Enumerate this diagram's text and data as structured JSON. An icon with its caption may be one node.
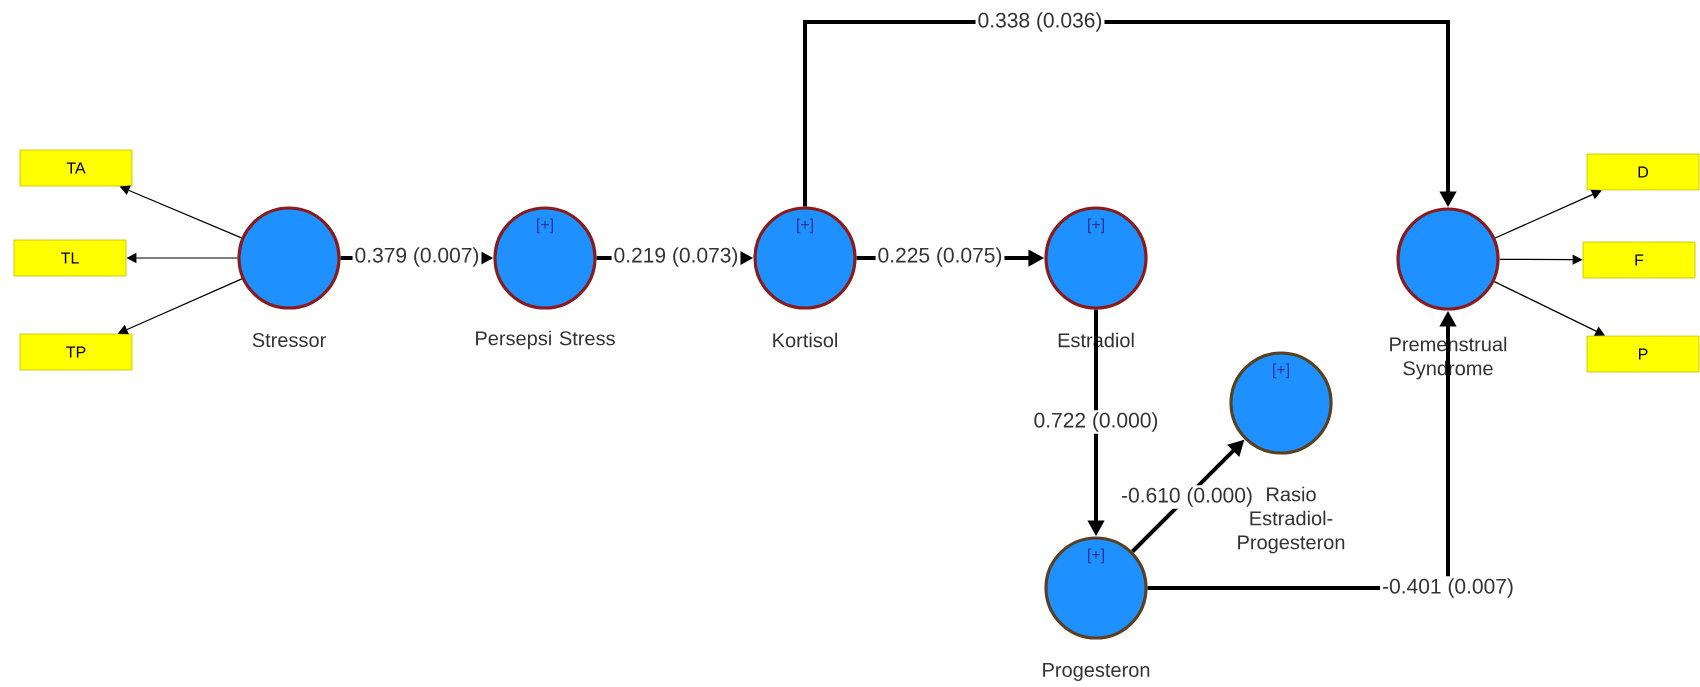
{
  "diagram": {
    "nodes": [
      {
        "text": [
          "TA"
        ]
      },
      {
        "text": [
          "TL"
        ]
      },
      {
        "text": [
          "TP"
        ]
      },
      {
        "text": [],
        "shape": "circle",
        "beside": [
          "Stressor"
        ]
      },
      {
        "text": [
          "[+]"
        ],
        "beside": [
          "Persepsi Stress"
        ]
      },
      {
        "text": [
          "[+]"
        ],
        "beside": [
          "Kortisol"
        ]
      },
      {
        "text": [
          "[+]"
        ],
        "beside": [
          "Estradiol"
        ]
      },
      {
        "text": [],
        "shape": "circle",
        "beside": [
          "Premenstrual Syndrome"
        ]
      },
      {
        "text": [
          "D"
        ]
      },
      {
        "text": [
          "F"
        ]
      },
      {
        "text": [
          "P"
        ]
      },
      {
        "text": [
          "[+]"
        ],
        "beside": [
          "Rasio Estradiol-Progesteron"
        ]
      },
      {
        "text": [
          "[+]"
        ],
        "beside": [
          "Progesteron"
        ]
      }
    ],
    "edges": [
      {
        "from": 3,
        "to": 0,
        "arrow": "to"
      },
      {
        "from": 3,
        "to": 1,
        "arrow": "to"
      },
      {
        "from": 3,
        "to": 2,
        "arrow": "to"
      },
      {
        "from": 3,
        "to": 4,
        "arrow": "to",
        "label": "0.379 (0.007)"
      },
      {
        "from": 4,
        "to": 5,
        "arrow": "to",
        "label": "0.219 (0.073)"
      },
      {
        "from": 5,
        "to": 6,
        "arrow": "to",
        "label": "0.225 (0.075)"
      },
      {
        "from": 5,
        "to": 7,
        "arrow": "to",
        "label": "0.338 (0.036)"
      },
      {
        "from": 6,
        "to": 12,
        "arrow": "to",
        "label": "0.722 (0.000)"
      },
      {
        "from": 12,
        "to": 11,
        "arrow": "to",
        "label": "-0.610 (0.000)"
      },
      {
        "from": 12,
        "to": 7,
        "arrow": "to",
        "label": "-0.401 (0.007)"
      },
      {
        "from": 7,
        "to": 8,
        "arrow": "to"
      },
      {
        "from": 7,
        "to": 9,
        "arrow": "to"
      },
      {
        "from": 7,
        "to": 10,
        "arrow": "to"
      }
    ]
  }
}
